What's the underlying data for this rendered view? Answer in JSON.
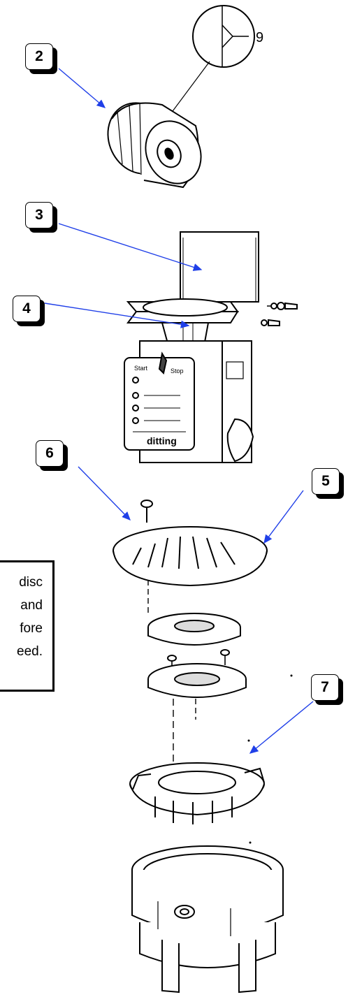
{
  "callouts": {
    "c2": "2",
    "c3": "3",
    "c4": "4",
    "c5": "5",
    "c6": "6",
    "c7": "7"
  },
  "detail_label": "9",
  "note_lines": [
    "disc",
    "and",
    "fore",
    "",
    "eed."
  ],
  "panel_text": {
    "start": "Start",
    "stop": "Stop",
    "brand": "ditting"
  },
  "colors": {
    "leader": "#1f3fe8",
    "ink": "#111111"
  }
}
